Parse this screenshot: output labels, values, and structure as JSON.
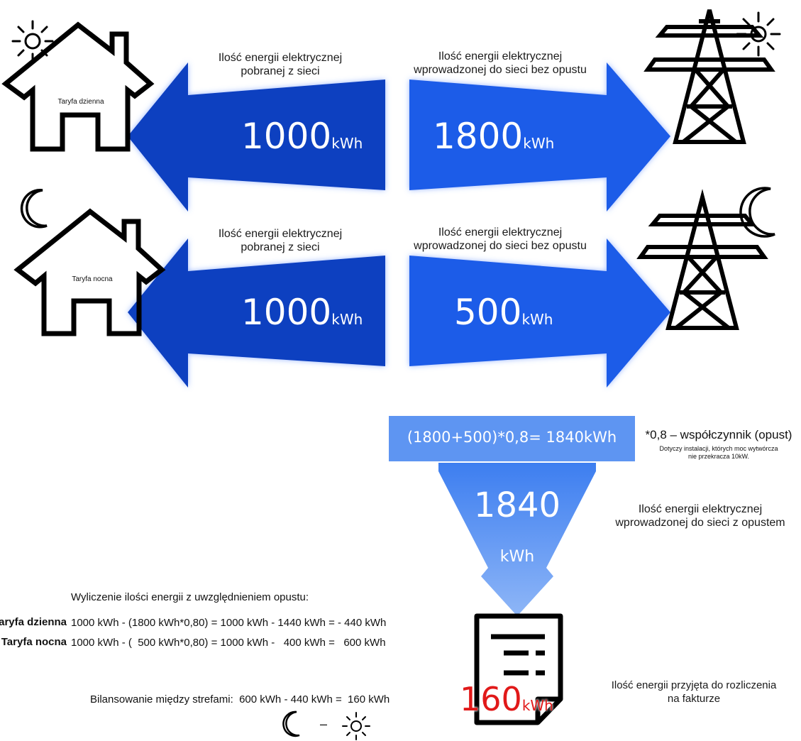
{
  "rows": [
    {
      "tariff_label": "Taryfa dzienna",
      "left_caption": "Ilość energii elektrycznej\npobranej z sieci",
      "left_value": "1000",
      "right_caption": "Ilość energii elektrycznej\nwprowadzonej do sieci bez opustu",
      "right_value": "1800",
      "unit": "kWh"
    },
    {
      "tariff_label": "Taryfa nocna",
      "left_caption": "Ilość energii elektrycznej\npobranej z sieci",
      "left_value": "1000",
      "right_caption": "Ilość energii elektrycznej\nwprowadzonej do sieci bez opustu",
      "right_value": "500",
      "unit": "kWh"
    }
  ],
  "formula_box": "(1800+500)*0,8= 1840kWh",
  "coefficient": {
    "title": "*0,8 – współczynnik (opust)",
    "note": "Dotyczy instalacji, których moc wytwórcza\nnie przekracza 10kW."
  },
  "funnel": {
    "value": "1840",
    "unit": "kWh",
    "caption": "Ilość energii elektrycznej\nwprowadzonej do sieci z opustem"
  },
  "calculation": {
    "heading": "Wyliczenie ilości energii z uwzględnieniem opustu:",
    "lines": [
      {
        "label": "Taryfa dzienna",
        "expr": "1000 kWh - (1800 kWh*0,80) = 1000 kWh - 1440 kWh = - 440 kWh"
      },
      {
        "label": "Taryfa nocna",
        "expr": "1000 kWh - (  500 kWh*0,80) = 1000 kWh -   400 kWh =   600 kWh"
      }
    ],
    "balancing": "Bilansowanie między strefami:  600 kWh - 440 kWh =  160 kWh",
    "balancing_symbols": "–"
  },
  "invoice": {
    "value": "160",
    "unit": "kWh",
    "caption": "Ilość energii przyjęta do rozliczenia\nna fakturze"
  },
  "colors": {
    "left_arrow": "#0a3fc0",
    "right_arrow": "#1f5ce8",
    "formula_box": "#5e95f2",
    "funnel_top": "#3d7ef0",
    "funnel_bottom": "#8eb6f7",
    "invoice_value": "#e11919"
  }
}
